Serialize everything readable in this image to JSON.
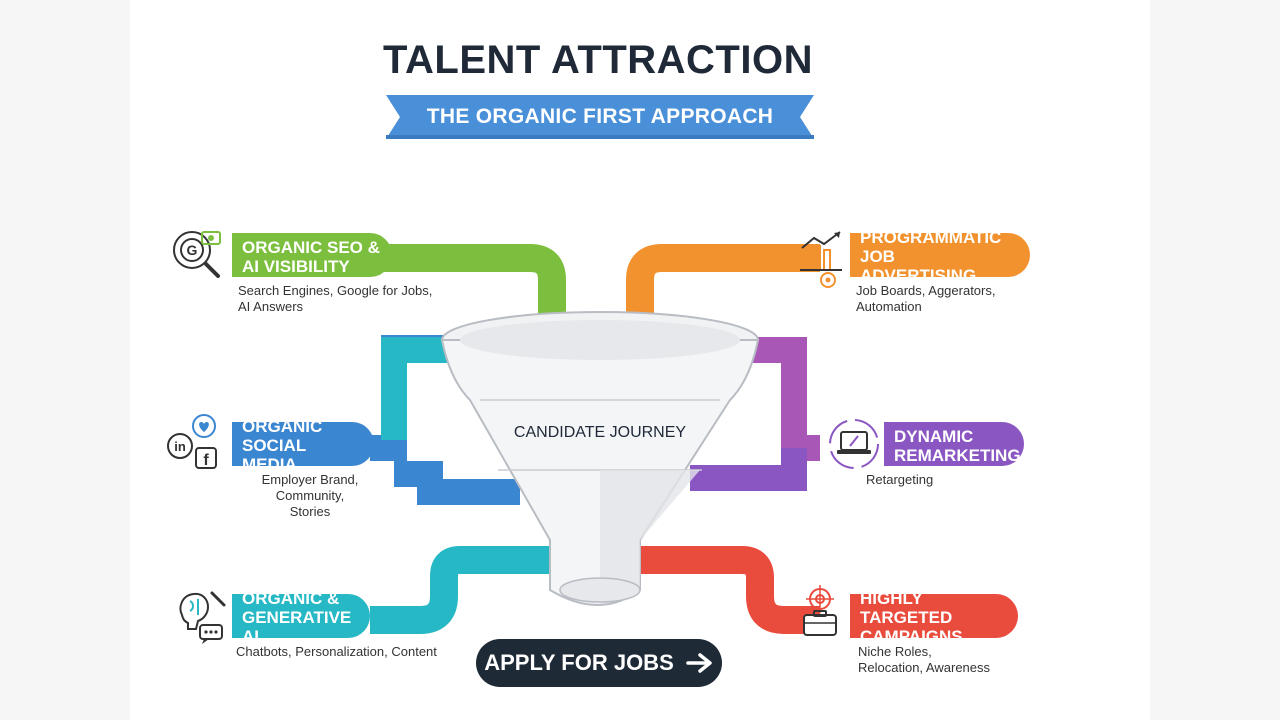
{
  "title": "TALENT ATTRACTION",
  "subtitle": "THE ORGANIC FIRST APPROACH",
  "funnel_label": "CANDIDATE JOURNEY",
  "cta": {
    "label": "APPLY FOR JOBS",
    "icon": "arrow-right-icon"
  },
  "channels": [
    {
      "key": "seo",
      "line1": "ORGANIC SEO &",
      "line2": "AI VISIBILITY",
      "desc1": "Search Engines, Google for Jobs,",
      "desc2": "AI Answers",
      "color": "#7cbf3e",
      "icon": "google-search-icon"
    },
    {
      "key": "social",
      "line1": "ORGANIC",
      "line2": "SOCIAL MEDIA",
      "desc1": "Employer Brand, Community,",
      "desc2": "Stories",
      "color": "#3b86d1",
      "icon": "social-media-icon"
    },
    {
      "key": "genai",
      "line1": "ORGANIC &",
      "line2": "GENERATIVE AI",
      "desc1": "Chatbots, Personalization, Content",
      "desc2": "",
      "color": "#27b8c6",
      "icon": "ai-brain-icon"
    },
    {
      "key": "programmatic",
      "line1": "PROGRAMMATIC JOB",
      "line2": "ADVERTISING",
      "desc1": "Job Boards, Aggerators,",
      "desc2": "Automation",
      "color": "#f2922e",
      "icon": "growth-chart-icon"
    },
    {
      "key": "remarketing",
      "line1": "DYNAMIC",
      "line2": "REMARKETING",
      "desc1": "Retargeting",
      "desc2": "",
      "color": "#8a56c2",
      "icon": "laptop-retarget-icon"
    },
    {
      "key": "targeted",
      "line1": "HIGHLY TARGETED",
      "line2": "CAMPAIGNS",
      "desc1": "Niche Roles,",
      "desc2": "Relocation, Awareness",
      "color": "#e94b3c",
      "icon": "target-briefcase-icon"
    }
  ],
  "colors": {
    "banner": "#4a90d9",
    "button": "#1f2a37",
    "title": "#1f2937"
  }
}
